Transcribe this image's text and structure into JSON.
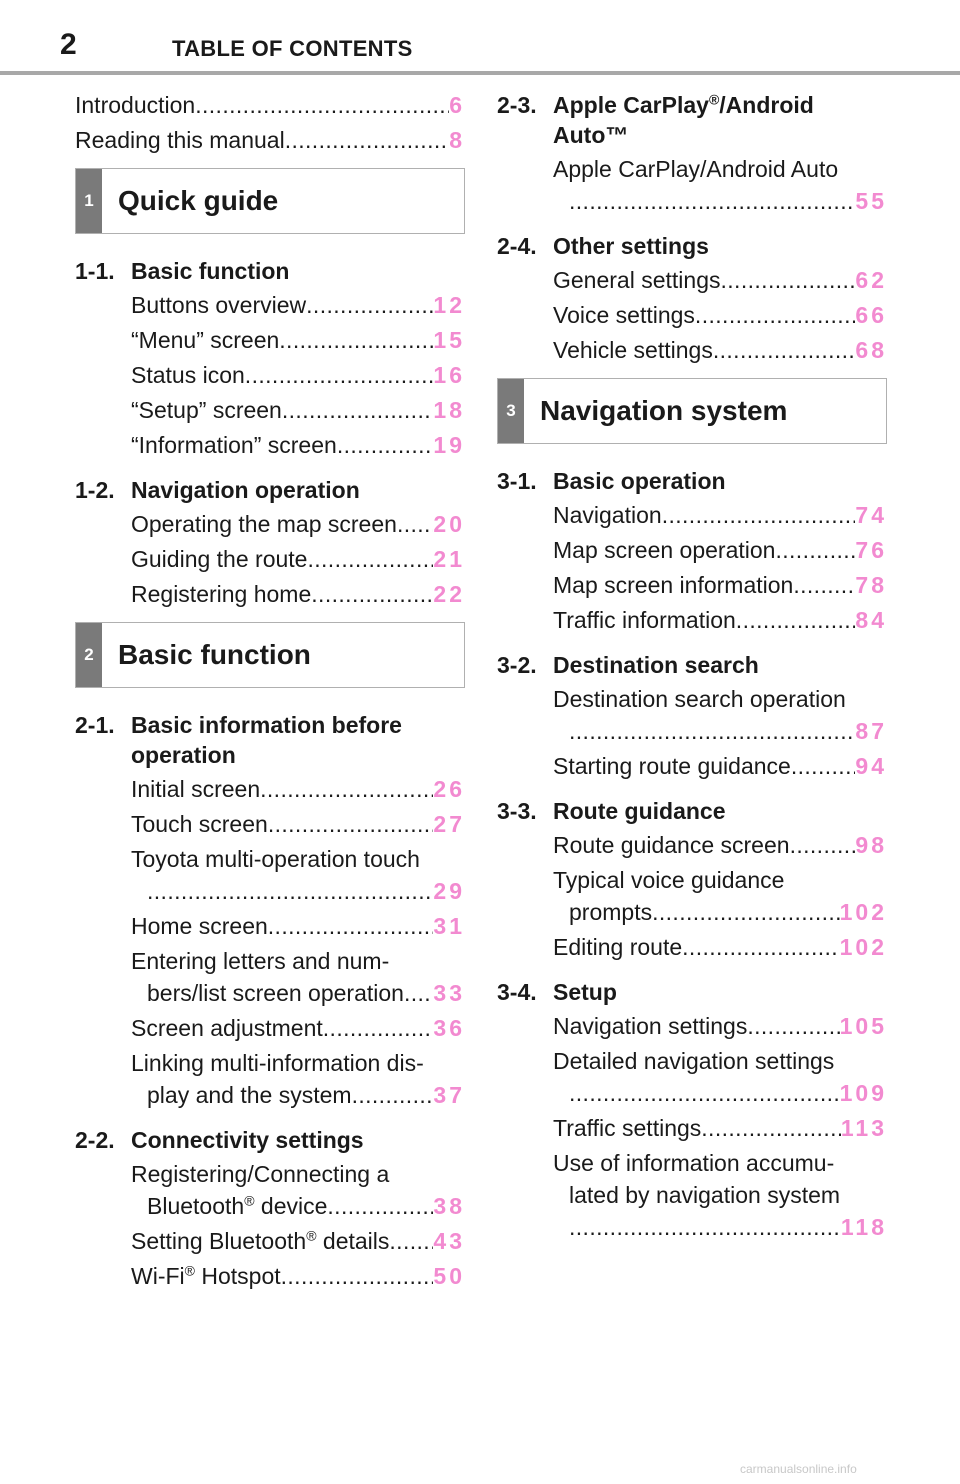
{
  "header": {
    "page_number": "2",
    "title": "TABLE OF CONTENTS"
  },
  "intro": [
    {
      "title": "Introduction",
      "page": "6"
    },
    {
      "title": "Reading this manual",
      "page": "8"
    }
  ],
  "chapters": {
    "c1": {
      "num": "1",
      "title": "Quick guide"
    },
    "c2": {
      "num": "2",
      "title": "Basic function"
    },
    "c3": {
      "num": "3",
      "title": "Navigation system"
    }
  },
  "sections": {
    "s11": {
      "num": "1-1.",
      "name": "Basic function",
      "entries": [
        {
          "title": "Buttons overview",
          "page": "12"
        },
        {
          "title": "“Menu” screen",
          "page": "15"
        },
        {
          "title": "Status icon",
          "page": "16"
        },
        {
          "title": "“Setup” screen",
          "page": "18"
        },
        {
          "title": "“Information” screen",
          "page": "19"
        }
      ]
    },
    "s12": {
      "num": "1-2.",
      "name": "Navigation operation",
      "entries": [
        {
          "title": "Operating the map screen",
          "page": "20"
        },
        {
          "title": "Guiding the route",
          "page": "21"
        },
        {
          "title": "Registering home",
          "page": "22"
        }
      ]
    },
    "s21": {
      "num": "2-1.",
      "name": "Basic information before operation",
      "entries": [
        {
          "title": "Initial screen",
          "page": "26"
        },
        {
          "title": "Touch screen",
          "page": "27"
        },
        {
          "title": "Toyota multi-operation touch",
          "page": "29"
        },
        {
          "title": "Home screen",
          "page": "31"
        },
        {
          "title": "Entering letters and num-",
          "title2": "bers/list screen operation",
          "page": "33"
        },
        {
          "title": "Screen adjustment",
          "page": "36"
        },
        {
          "title": "Linking multi-information dis-",
          "title2": "play and the system",
          "page": "37"
        }
      ]
    },
    "s22": {
      "num": "2-2.",
      "name": "Connectivity settings",
      "entries": [
        {
          "title": "Registering/Connecting a",
          "title2": "Bluetooth",
          "sup": "®",
          "title2b": " device",
          "page": "38"
        },
        {
          "title": "Setting Bluetooth",
          "sup": "®",
          "title_b": " details",
          "page": "43"
        },
        {
          "title": "Wi-Fi",
          "sup": "®",
          "title_b": " Hotspot",
          "page": "50"
        }
      ]
    },
    "s23": {
      "num": "2-3.",
      "name": "Apple CarPlay",
      "sup": "®",
      "name_b": "/Android Auto™",
      "entries": [
        {
          "title": "Apple CarPlay/Android Auto",
          "page": "55"
        }
      ]
    },
    "s24": {
      "num": "2-4.",
      "name": "Other settings",
      "entries": [
        {
          "title": "General settings",
          "page": "62"
        },
        {
          "title": "Voice settings",
          "page": "66"
        },
        {
          "title": "Vehicle settings",
          "page": "68"
        }
      ]
    },
    "s31": {
      "num": "3-1.",
      "name": "Basic operation",
      "entries": [
        {
          "title": "Navigation",
          "page": "74"
        },
        {
          "title": "Map screen operation",
          "page": "76"
        },
        {
          "title": "Map screen information",
          "page": "78"
        },
        {
          "title": "Traffic information",
          "page": "84"
        }
      ]
    },
    "s32": {
      "num": "3-2.",
      "name": "Destination search",
      "entries": [
        {
          "title": "Destination search operation",
          "page": "87"
        },
        {
          "title": "Starting route guidance",
          "page": "94"
        }
      ]
    },
    "s33": {
      "num": "3-3.",
      "name": "Route guidance",
      "entries": [
        {
          "title": "Route guidance screen",
          "page": "98"
        },
        {
          "title": "Typical voice guidance",
          "title2": "prompts",
          "page": "102"
        },
        {
          "title": "Editing route",
          "page": "102"
        }
      ]
    },
    "s34": {
      "num": "3-4.",
      "name": "Setup",
      "entries": [
        {
          "title": "Navigation settings",
          "page": "105"
        },
        {
          "title": "Detailed navigation settings",
          "page": "109"
        },
        {
          "title": "Traffic settings",
          "page": "113"
        },
        {
          "title": "Use of information accumu-",
          "title2": "lated by navigation system",
          "page": "118"
        }
      ]
    }
  },
  "watermark": "carmanualsonline.info",
  "colors": {
    "page_link": "#f28ad0",
    "chapter_tab": "#7a7a7a",
    "rule": "#a8a8a8"
  }
}
